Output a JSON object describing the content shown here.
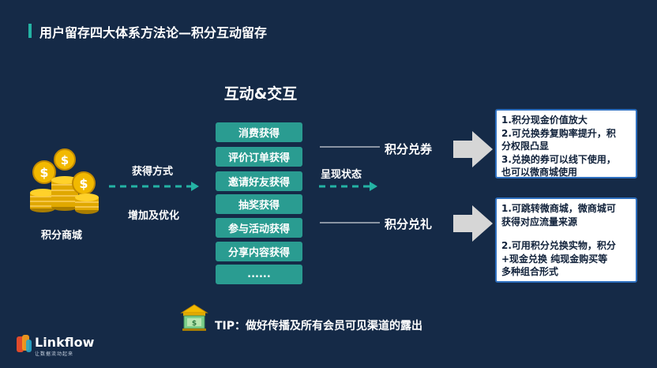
{
  "header": {
    "title": "用户留存四大体系方法论—积分互动留存"
  },
  "left": {
    "label": "积分商城",
    "arrow_top_label": "获得方式",
    "arrow_bottom_label": "增加及优化"
  },
  "center": {
    "title": "互动&交互",
    "methods": [
      "消费获得",
      "评价订单获得",
      "邀请好友获得",
      "抽奖获得",
      "参与活动获得",
      "分享内容获得",
      "......"
    ],
    "present_label": "呈现状态"
  },
  "right": {
    "exchange_coupon": {
      "label": "积分兑券",
      "lines": [
        "1.积分现金价值放大",
        "2.可兑换券复购率提升，积",
        "分权限凸显",
        "3.兑换的券可以线下使用，",
        "也可以微商城使用"
      ]
    },
    "exchange_gift": {
      "label": "积分兑礼",
      "lines_a": [
        "1.可跳转微商城，微商城可",
        "获得对应流量来源"
      ],
      "lines_b": [
        "2.可用积分兑换实物，积分",
        "+现金兑换  纯现金购买等",
        "多种组合形式"
      ]
    }
  },
  "tip": {
    "text": "TIP：做好传播及所有会员可见渠道的露出"
  },
  "brand": {
    "name": "Linkflow",
    "tagline": "让数据流动起来"
  },
  "colors": {
    "background": "#152a47",
    "accent": "#24b3a4",
    "box": "#2a9c91",
    "box_border": "#2d6fbf"
  },
  "icons": [
    "coin-stack-icon",
    "shop-icon",
    "linkflow-logo-icon"
  ]
}
